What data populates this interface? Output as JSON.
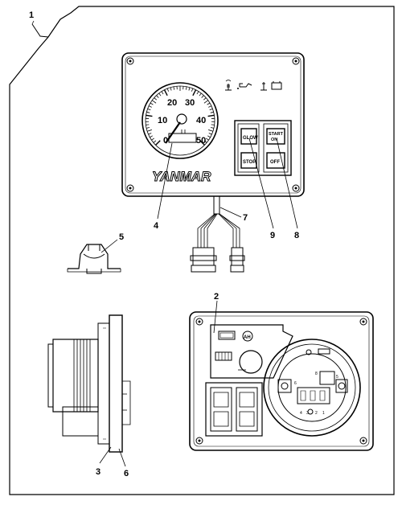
{
  "callouts": [
    "1",
    "2",
    "3",
    "4",
    "5",
    "6",
    "7",
    "8",
    "9"
  ],
  "panel": {
    "brand": "YANMAR",
    "tach_ticks": [
      "0",
      "10",
      "20",
      "30",
      "40",
      "50"
    ],
    "buttons": {
      "glow": "GLOW",
      "stop": "STOP",
      "start_on": [
        "START",
        "ON"
      ],
      "off": "OFF"
    }
  },
  "rear_panel": {
    "fuse_label": "AH",
    "terminal_numbers": [
      "4",
      "3",
      "2",
      "1",
      "5",
      "6",
      "8"
    ]
  }
}
